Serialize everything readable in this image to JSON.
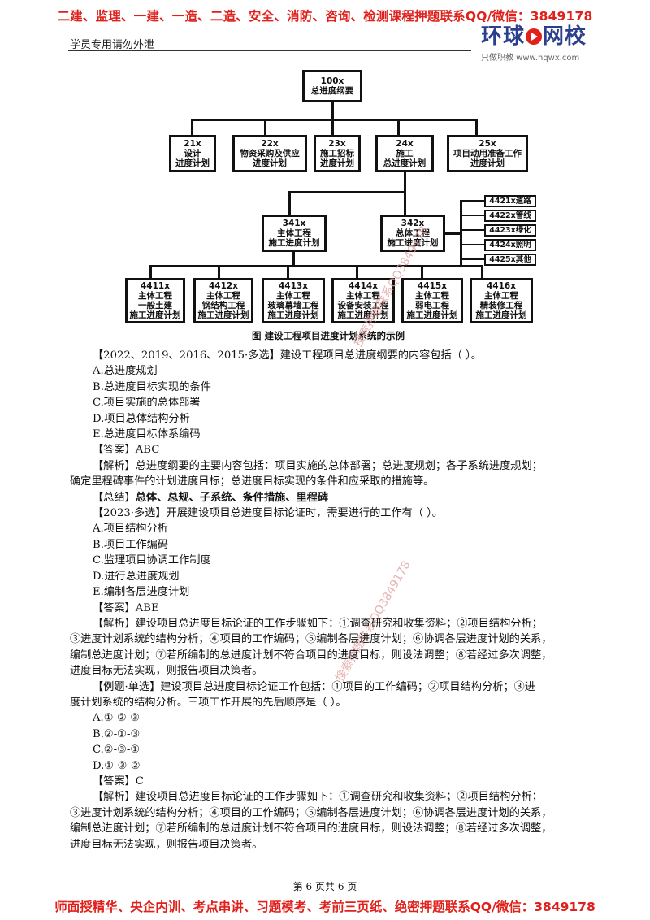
{
  "banner_top": "二建、监理、一建、一造、二造、安全、消防、咨询、检测课程押题联系QQ/微信：3849178",
  "banner_bottom": "师面授精华、央企内训、考点串讲、习题模考、考前三页纸、绝密押题联系QQ/微信：3849178",
  "header_left": "学员专用请勿外泄",
  "logo": {
    "part1": "环球",
    "part2": "网校",
    "sub": "只做职教 www.hqwx.com"
  },
  "watermark": "搜索押题联系QQ3849178",
  "diagram": {
    "root": [
      "100x",
      "总进度纲要"
    ],
    "level1": [
      [
        "21x",
        "设计",
        "进度计划"
      ],
      [
        "22x",
        "物资采购及供应",
        "进度计划"
      ],
      [
        "23x",
        "施工招标",
        "进度计划"
      ],
      [
        "24x",
        "施工",
        "总进度计划"
      ],
      [
        "25x",
        "项目动用准备工作",
        "进度计划"
      ]
    ],
    "level2": [
      [
        "341x",
        "主体工程",
        "施工进度计划"
      ],
      [
        "342x",
        "总体工程",
        "施工进度计划"
      ]
    ],
    "right_items": [
      "4421x道路",
      "4422x管线",
      "4423x绿化",
      "4424x照明",
      "4425x其他"
    ],
    "level3": [
      [
        "4411x",
        "主体工程",
        "一般土建",
        "施工进度计划"
      ],
      [
        "4412x",
        "主体工程",
        "钢结构工程",
        "施工进度计划"
      ],
      [
        "4413x",
        "主体工程",
        "玻璃幕墙工程",
        "施工进度计划"
      ],
      [
        "4414x",
        "主体工程",
        "设备安装工程",
        "施工进度计划"
      ],
      [
        "4415x",
        "主体工程",
        "弱电工程",
        "施工进度计划"
      ],
      [
        "4416x",
        "主体工程",
        "精装修工程",
        "施工进度计划"
      ]
    ],
    "caption": "图  建设工程项目进度计划系统的示例"
  },
  "q1": {
    "stem": "【2022、2019、2016、2015·多选】建设工程项目总进度纲要的内容包括（    ）。",
    "options": [
      "A.总进度规划",
      "B.总进度目标实现的条件",
      "C.项目实施的总体部署",
      "D.项目总体结构分析",
      "E.总进度目标体系编码"
    ],
    "answer": "【答案】ABC",
    "analysis_1": "【解析】总进度纲要的主要内容包括：项目实施的总体部署；总进度规划；各子系统进度规划；",
    "analysis_2": "确定里程碑事件的计划进度目标；总进度目标实现的条件和应采取的措施等。",
    "summary_label": "【总结】",
    "summary": "总体、总规、子系统、条件措施、里程碑"
  },
  "q2": {
    "stem": "【2023·多选】开展建设项目总进度目标论证时，需要进行的工作有（    ）。",
    "options": [
      "A.项目结构分析",
      "B.项目工作编码",
      "C.监理项目协调工作制度",
      "D.进行总进度规划",
      "E.编制各层进度计划"
    ],
    "answer": "【答案】ABE",
    "analysis": [
      "【解析】建设项目总进度目标论证的工作步骤如下：①调查研究和收集资料；②项目结构分析；",
      "③进度计划系统的结构分析；④项目的工作编码；⑤编制各层进度计划；⑥协调各层进度计划的关系，",
      "编制总进度计划；⑦若所编制的总进度计划不符合项目的进度目标，则设法调整；⑧若经过多次调整，",
      "进度目标无法实现，则报告项目决策者。"
    ]
  },
  "q3": {
    "stem_1": "【例题·单选】建设项目总进度目标论证工作包括：①项目的工作编码；②项目结构分析；③进",
    "stem_2": "度计划系统的结构分析。三项工作开展的先后顺序是（    ）。",
    "options": [
      "A.①-②-③",
      "B.②-①-③",
      "C.②-③-①",
      "D.①-③-②"
    ],
    "answer": "【答案】C",
    "analysis": [
      "【解析】建设项目总进度目标论证的工作步骤如下：①调查研究和收集资料；②项目结构分析；",
      "③进度计划系统的结构分析；④项目的工作编码；⑤编制各层进度计划；⑥协调各层进度计划的关系，",
      "编制总进度计划；⑦若所编制的总进度计划不符合项目的进度目标，则设法调整；⑧若经过多次调整，",
      "进度目标无法实现，则报告项目决策者。"
    ]
  },
  "footer": "第 6 页共 6 页"
}
